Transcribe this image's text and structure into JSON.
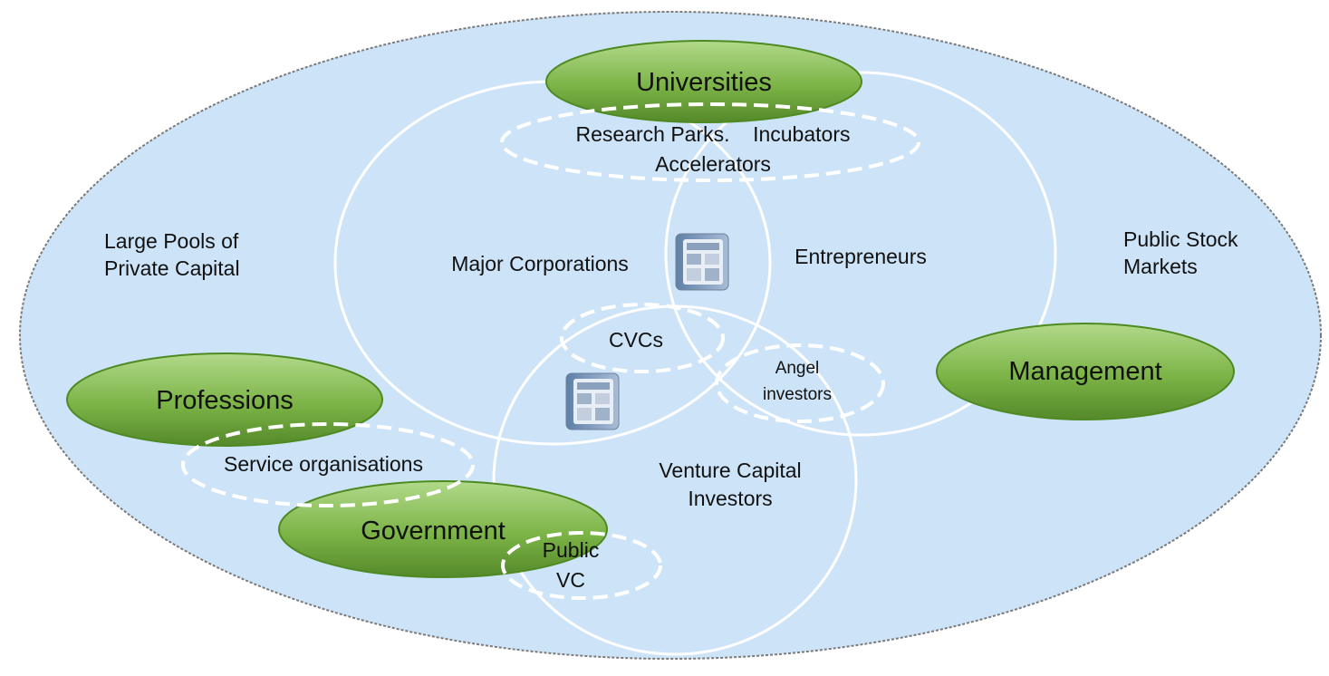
{
  "diagram": {
    "outer_region": {
      "fill": "#cde4f8",
      "border": "#7a7a7a"
    },
    "green_nodes": [
      {
        "id": "universities",
        "label": "Universities"
      },
      {
        "id": "management",
        "label": "Management"
      },
      {
        "id": "professions",
        "label": "Professions"
      },
      {
        "id": "government",
        "label": "Government"
      }
    ],
    "dashed_groups": [
      {
        "id": "research",
        "label_line1": "Research Parks.    Incubators",
        "label_line2": "Accelerators"
      },
      {
        "id": "cvcs",
        "label": "CVCs"
      },
      {
        "id": "angel",
        "label_line1": "Angel",
        "label_line2": "investors"
      },
      {
        "id": "service",
        "label": "Service organisations"
      },
      {
        "id": "publicvc",
        "label_line1": "Public",
        "label_line2": "VC"
      }
    ],
    "circle_labels": {
      "major_corporations": "Major Corporations",
      "entrepreneurs": "Entrepreneurs",
      "venture_capital_1": "Venture Capital",
      "venture_capital_2": "Investors"
    },
    "outer_labels": {
      "private_capital_1": "Large Pools of",
      "private_capital_2": "Private Capital",
      "stock_markets_1": "Public Stock",
      "stock_markets_2": "Markets"
    },
    "colors": {
      "green_top": "#a6d07e",
      "green_bottom": "#5e9a2e",
      "green_border": "#4e8a22",
      "circle_stroke": "#ffffff"
    },
    "icons": [
      "database-icon",
      "database-icon"
    ]
  }
}
